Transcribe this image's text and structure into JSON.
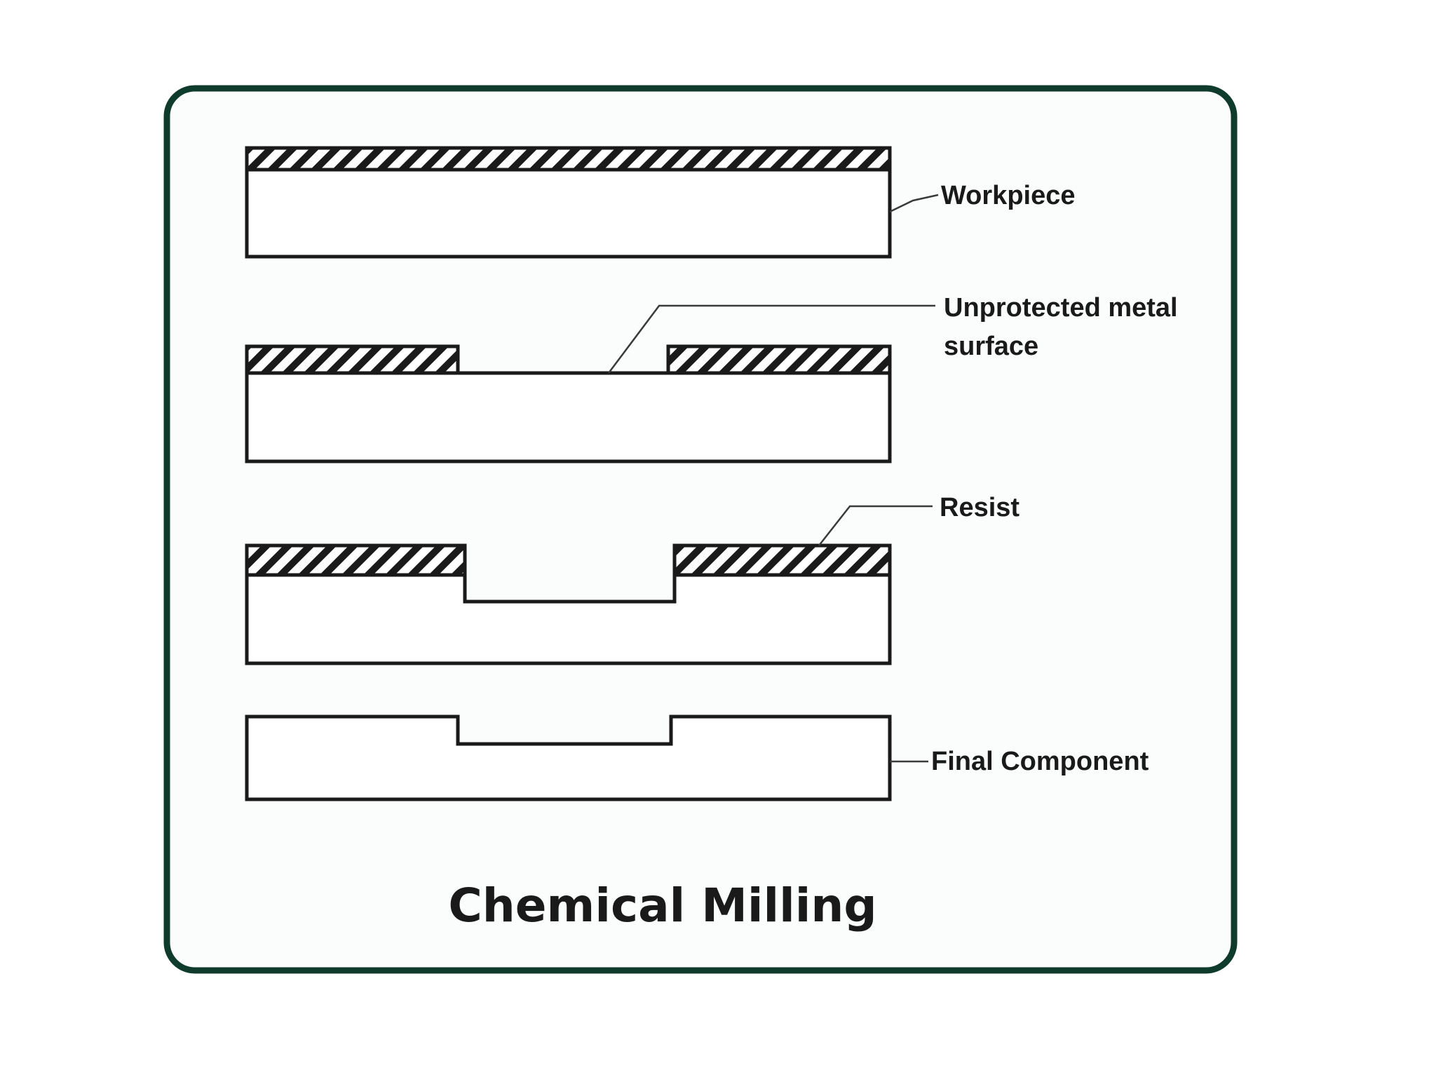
{
  "diagram": {
    "title": "Chemical Milling",
    "labels": {
      "workpiece": "Workpiece",
      "unprotected_line1": "Unprotected metal",
      "unprotected_line2": "surface",
      "resist": "Resist",
      "final_component": "Final Component"
    },
    "colors": {
      "frame": "#0f3b2c",
      "panel_background": "#fbfcfc",
      "outline": "#1a1a1a"
    }
  }
}
